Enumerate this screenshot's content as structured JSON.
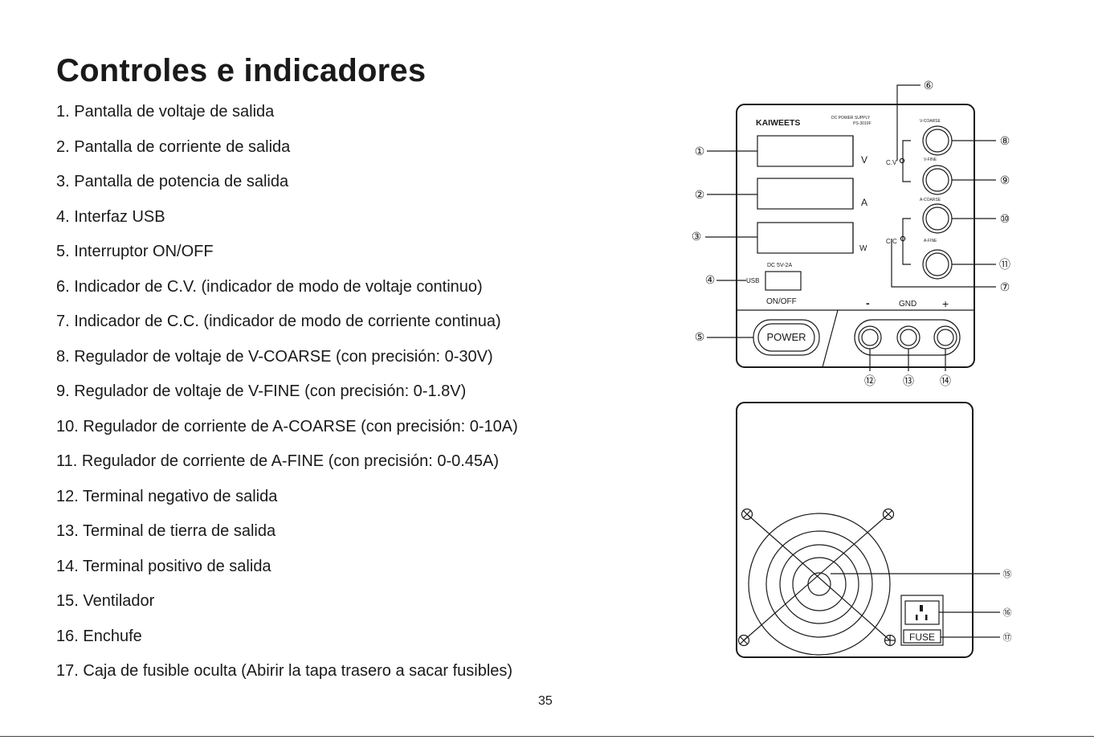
{
  "page": {
    "title": "Controles e indicadores",
    "items": [
      "1. Pantalla de voltaje de salida",
      "2. Pantalla de corriente de salida",
      "3. Pantalla de potencia de salida",
      "4. Interfaz USB",
      "5. Interruptor ON/OFF",
      "6. Indicador de C.V. (indicador de modo de voltaje continuo)",
      "7. Indicador de C.C. (indicador de modo de corriente continua)",
      "8. Regulador de voltaje de V-COARSE (con precisión: 0-30V)",
      "9. Regulador de voltaje de V-FINE (con precisión: 0-1.8V)",
      "10. Regulador de corriente de A-COARSE (con precisión: 0-10A)",
      "11. Regulador de corriente de A-FINE (con precisión: 0-0.45A)",
      "12. Terminal negativo de salida",
      "13. Terminal de tierra de salida",
      "14. Terminal positivo de salida",
      "15. Ventilador",
      "16. Enchufe",
      "17. Caja de fusible oculta (Abirir la tapa trasero a sacar fusibles)"
    ],
    "page_number": "35"
  },
  "front_panel": {
    "brand": "KAIWEETS",
    "model_line1": "DC POWER SUPPLY",
    "model_line2": "PS-3010F",
    "unit_v": "V",
    "unit_a": "A",
    "unit_w": "W",
    "usb_rating": "DC 5V-2A",
    "usb_label": "USB",
    "onoff_label": "ON/OFF",
    "power_label": "POWER",
    "cv_label": "C.V",
    "cc_label": "C.C",
    "v_coarse": "V-COARSE",
    "v_fine": "V-FINE",
    "a_coarse": "A-COARSE",
    "a_fine": "A-FINE",
    "minus_label": "-",
    "gnd_label": "GND",
    "plus_label": "+"
  },
  "rear_panel": {
    "fuse_label": "FUSE"
  },
  "callouts": [
    "①",
    "②",
    "③",
    "④",
    "⑤",
    "⑥",
    "⑦",
    "⑧",
    "⑨",
    "⑩",
    "⑪",
    "⑫",
    "⑬",
    "⑭",
    "⑮",
    "⑯",
    "⑰"
  ],
  "colors": {
    "ink": "#1a1a1a",
    "background": "#ffffff"
  }
}
